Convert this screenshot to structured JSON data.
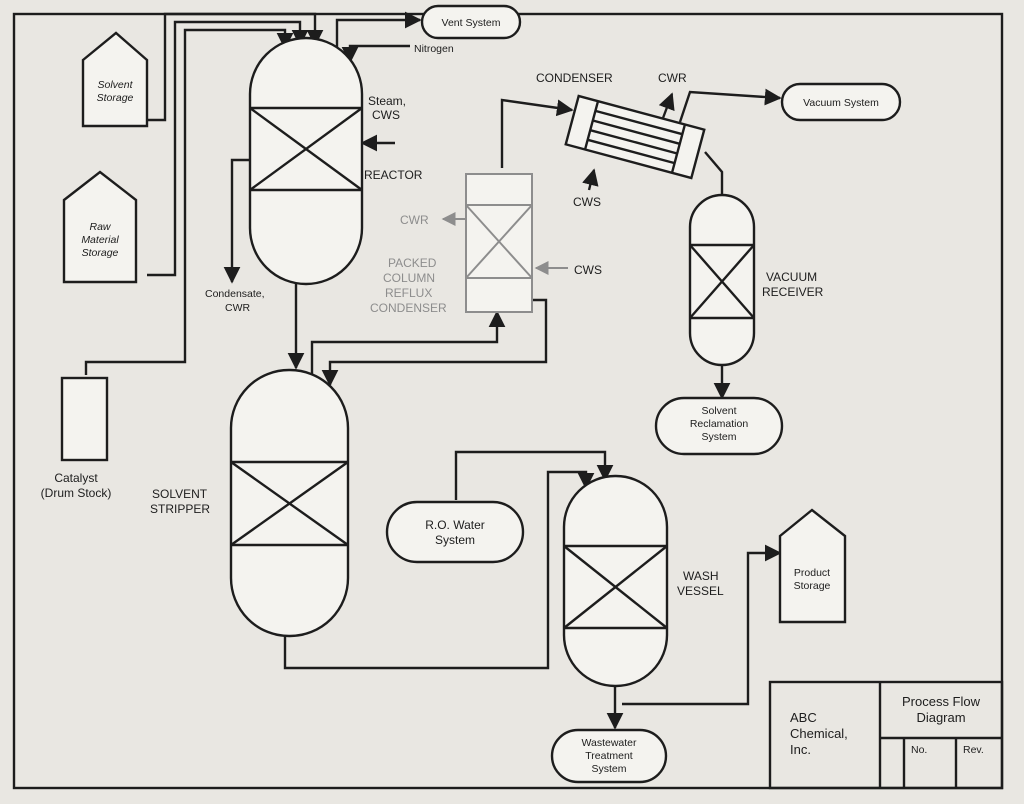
{
  "equipment": {
    "reactor": "REACTOR",
    "solvent_stripper": [
      "SOLVENT",
      "STRIPPER"
    ],
    "wash_vessel": [
      "WASH",
      "VESSEL"
    ],
    "vacuum_receiver": [
      "VACUUM",
      "RECEIVER"
    ],
    "condenser": "CONDENSER",
    "packed_column": [
      "PACKED",
      "COLUMN",
      "REFLUX",
      "CONDENSER"
    ]
  },
  "storage": {
    "solvent": [
      "Solvent",
      "Storage"
    ],
    "raw_material": [
      "Raw",
      "Material",
      "Storage"
    ],
    "product": [
      "Product",
      "Storage"
    ],
    "catalyst": [
      "Catalyst",
      "(Drum Stock)"
    ]
  },
  "systems": {
    "vent": "Vent System",
    "vacuum": "Vacuum System",
    "solvent_reclamation": [
      "Solvent",
      "Reclamation",
      "System"
    ],
    "ro_water": [
      "R.O. Water",
      "System"
    ],
    "wastewater": [
      "Wastewater",
      "Treatment",
      "System"
    ]
  },
  "streams": {
    "nitrogen": "Nitrogen",
    "steam_cws": [
      "Steam,",
      "CWS"
    ],
    "condensate_cwr": [
      "Condensate,",
      "CWR"
    ],
    "cwr_condenser": "CWR",
    "cws_condenser": "CWS",
    "cwr_column": "CWR",
    "cws_column": "CWS"
  },
  "title_block": {
    "company": [
      "ABC",
      "Chemical,",
      "Inc."
    ],
    "title": [
      "Process Flow",
      "Diagram"
    ],
    "no_label": "No.",
    "rev_label": "Rev."
  }
}
